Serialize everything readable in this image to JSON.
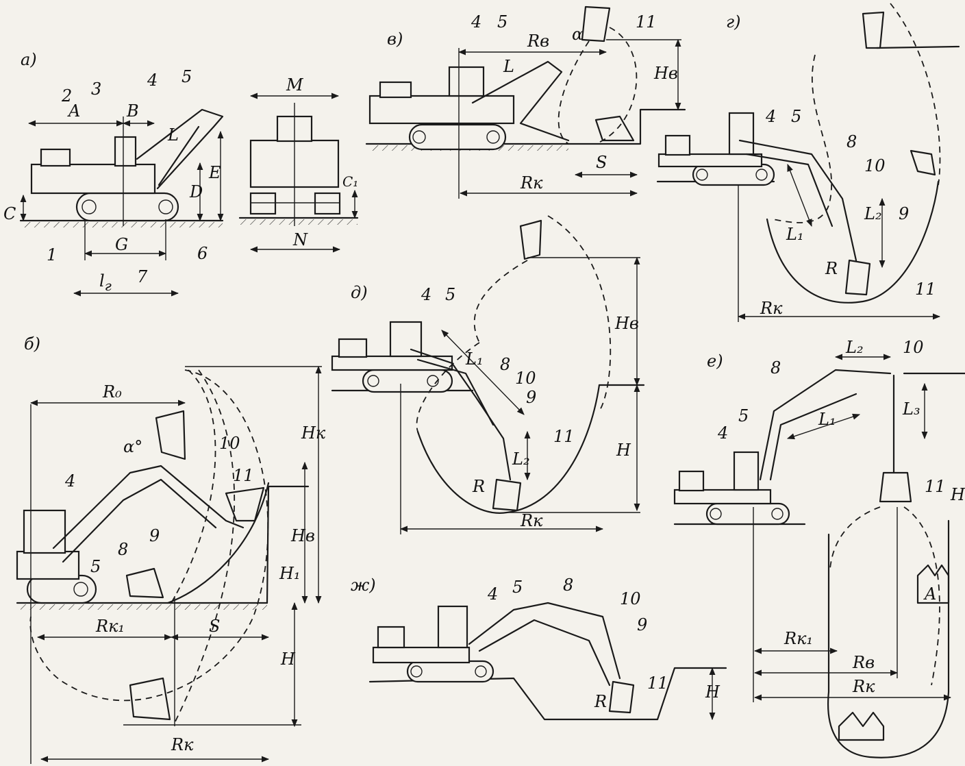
{
  "panels": {
    "a": {
      "label": "а)",
      "parts": [
        "1",
        "2",
        "3",
        "4",
        "5",
        "6",
        "7"
      ],
      "dims": {
        "A": "A",
        "B": "B",
        "L": "L",
        "C": "C",
        "D": "D",
        "E": "E",
        "G": "G",
        "lg": "l",
        "lg_sub": "г",
        "M": "M",
        "N": "N",
        "C1": "C₁"
      }
    },
    "b": {
      "label": "б)",
      "parts": [
        "4",
        "5",
        "8",
        "9",
        "10",
        "11"
      ],
      "dims": {
        "R0": "R₀",
        "alpha": "α°",
        "Hk": "Hк",
        "Hv": "Hв",
        "H1": "H₁",
        "H": "H",
        "Rk1": "Rк₁",
        "S": "S",
        "Rk": "Rк"
      }
    },
    "v": {
      "label": "в)",
      "parts": [
        "4",
        "5",
        "11"
      ],
      "dims": {
        "Rv": "Rв",
        "alpha": "α",
        "L": "L",
        "Hv": "Hв",
        "S": "S",
        "Rk": "Rк"
      }
    },
    "g": {
      "label": "г)",
      "parts": [
        "4",
        "5",
        "8",
        "10",
        "9",
        "11"
      ],
      "dims": {
        "L1": "L₁",
        "L2": "L₂",
        "R": "R",
        "Rk": "Rк"
      }
    },
    "d": {
      "label": "д)",
      "parts": [
        "4",
        "5",
        "8",
        "10",
        "9",
        "11"
      ],
      "dims": {
        "L1": "L₁",
        "L2": "L₂",
        "R": "R",
        "Hv": "Hв",
        "H": "H",
        "Rk": "Rк"
      }
    },
    "e": {
      "label": "е)",
      "parts": [
        "8",
        "10",
        "5",
        "4",
        "11"
      ],
      "dims": {
        "L2": "L₂",
        "L1": "L₁",
        "L3": "L₃",
        "H": "H",
        "A": "A",
        "Rk1": "Rк₁",
        "Rv": "Rв",
        "Rk": "Rк"
      }
    },
    "zh": {
      "label": "ж)",
      "parts": [
        "4",
        "5",
        "8",
        "10",
        "9",
        "11"
      ],
      "dims": {
        "R": "R",
        "H": "H"
      }
    }
  }
}
